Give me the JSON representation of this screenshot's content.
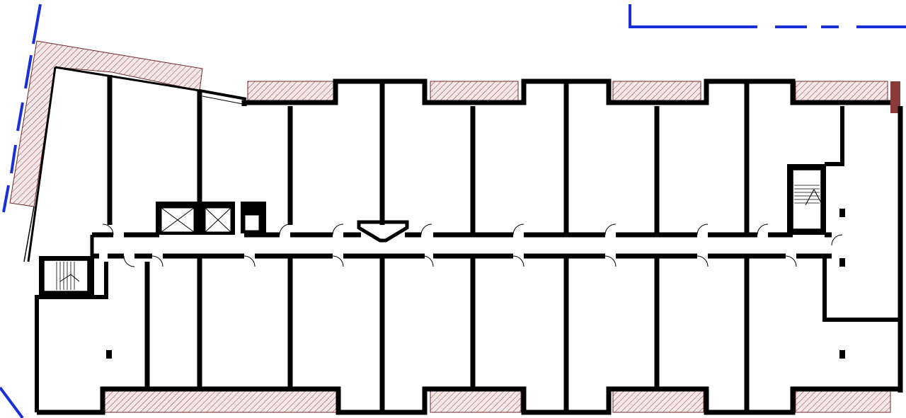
{
  "plan": {
    "colors": {
      "walls": "#000000",
      "hatch": "#8b3a3a",
      "property_line": "#1a2fd6",
      "background": "#ffffff"
    },
    "wings": {
      "north_bays": 8,
      "south_bays": 9
    },
    "staircases": 2,
    "elevator_shafts": 2
  }
}
